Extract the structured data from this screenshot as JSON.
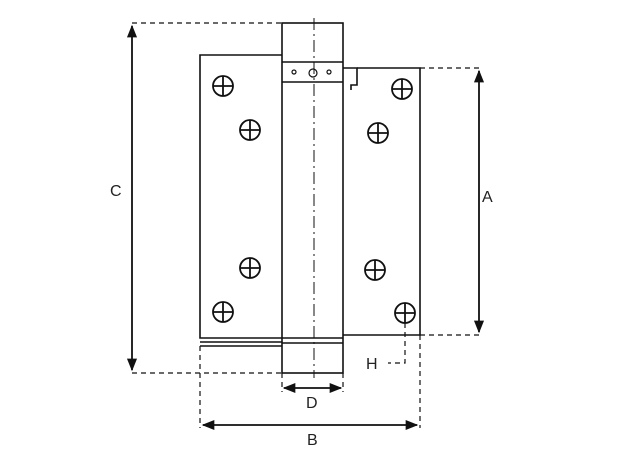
{
  "colors": {
    "line": "#111111",
    "label": "#222222",
    "background": "#ffffff"
  },
  "dimensions": {
    "A": "A",
    "B": "B",
    "C": "C",
    "D": "D",
    "H": "H"
  }
}
